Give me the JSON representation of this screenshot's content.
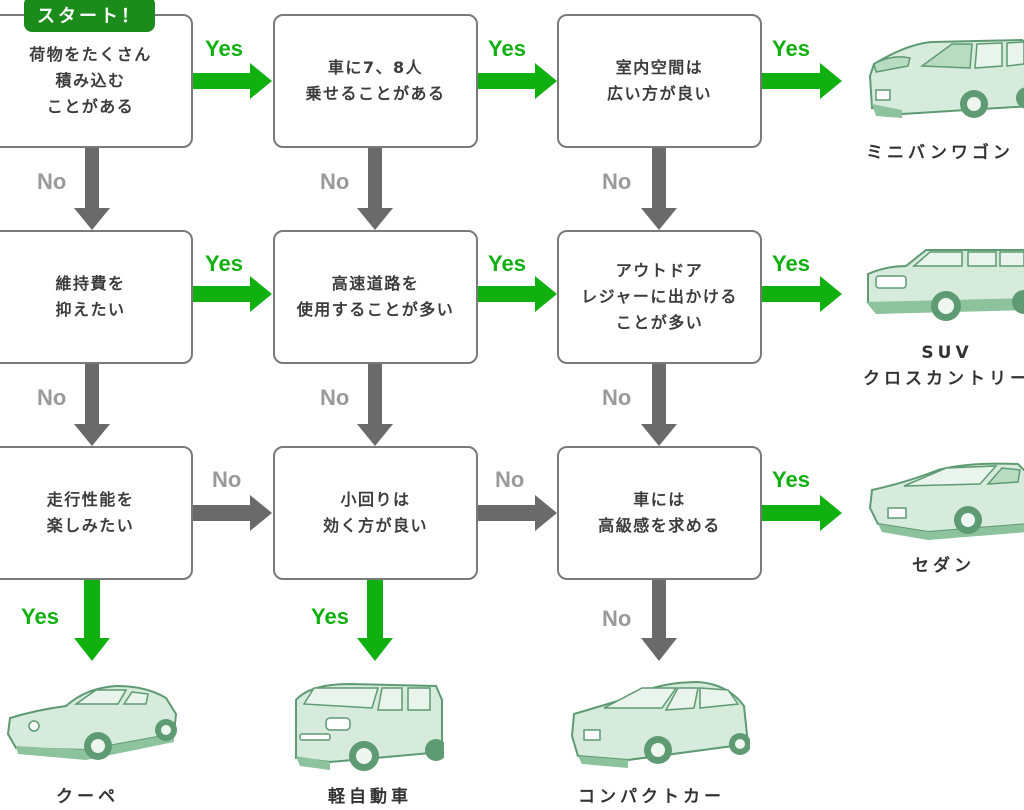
{
  "start_badge": "スタート！",
  "colors": {
    "yes": "#11b011",
    "no": "#6a6a6a",
    "start": "#1b8c1b",
    "box_border": "#7a7a7a",
    "car_fill": "#d6ebdc",
    "car_dark": "#5e9a72"
  },
  "questions": [
    {
      "id": "q1",
      "lines": [
        "荷物をたくさん",
        "積み込む",
        "ことがある"
      ]
    },
    {
      "id": "q2",
      "lines": [
        "車に7、8人",
        "乗せることがある"
      ]
    },
    {
      "id": "q3",
      "lines": [
        "室内空間は",
        "広い方が良い"
      ]
    },
    {
      "id": "q4",
      "lines": [
        "維持費を",
        "抑えたい"
      ]
    },
    {
      "id": "q5",
      "lines": [
        "高速道路を",
        "使用することが多い"
      ]
    },
    {
      "id": "q6",
      "lines": [
        "アウトドア",
        "レジャーに出かける",
        "ことが多い"
      ]
    },
    {
      "id": "q7",
      "lines": [
        "走行性能を",
        "楽しみたい"
      ]
    },
    {
      "id": "q8",
      "lines": [
        "小回りは",
        "効く方が良い"
      ]
    },
    {
      "id": "q9",
      "lines": [
        "車には",
        "高級感を求める"
      ]
    }
  ],
  "labels": {
    "yes": "Yes",
    "no": "No"
  },
  "results": [
    {
      "id": "minivan",
      "lines": [
        "ミニバンワゴン"
      ],
      "icon": "minivan-icon"
    },
    {
      "id": "suv",
      "lines": [
        "SUV",
        "クロスカントリー"
      ],
      "icon": "suv-icon"
    },
    {
      "id": "sedan",
      "lines": [
        "セダン"
      ],
      "icon": "sedan-icon"
    },
    {
      "id": "coupe",
      "lines": [
        "クーペ"
      ],
      "icon": "coupe-icon"
    },
    {
      "id": "kei",
      "lines": [
        "軽自動車"
      ],
      "icon": "kei-car-icon"
    },
    {
      "id": "compact",
      "lines": [
        "コンパクトカー"
      ],
      "icon": "compact-car-icon"
    }
  ]
}
